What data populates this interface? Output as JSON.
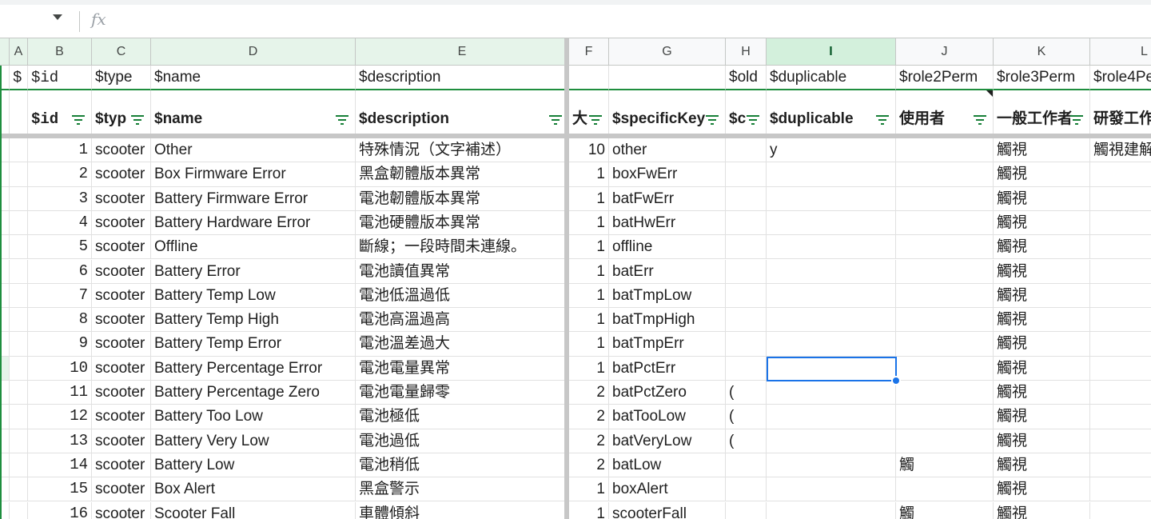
{
  "formula_bar": {
    "fx_label": "fx"
  },
  "columns": [
    "A",
    "B",
    "C",
    "D",
    "E",
    "F",
    "G",
    "H",
    "I",
    "J",
    "K",
    "L"
  ],
  "row1": [
    "$",
    "$id",
    "$type",
    "$name",
    "$description",
    "",
    "",
    "$old",
    "$duplicable",
    "$role2Perm",
    "$role3Perm",
    "$role4Pe"
  ],
  "row2": [
    "",
    "$id",
    "$typ",
    "$name",
    "$description",
    "大",
    "$specificKey",
    "$c",
    "$duplicable",
    "使用者",
    "一般工作者",
    "研發工作"
  ],
  "rows": [
    {
      "id": "1",
      "type": "scooter",
      "name": "Other",
      "desc": "特殊情況（文字補述）",
      "f": "10",
      "key": "other",
      "h": "",
      "i": "y",
      "j": "",
      "k": "觸視",
      "l": "觸視建解"
    },
    {
      "id": "2",
      "type": "scooter",
      "name": "Box Firmware Error",
      "desc": "黑盒韌體版本異常",
      "f": "1",
      "key": "boxFwErr",
      "h": "",
      "i": "",
      "j": "",
      "k": "觸視",
      "l": ""
    },
    {
      "id": "3",
      "type": "scooter",
      "name": "Battery Firmware Error",
      "desc": "電池韌體版本異常",
      "f": "1",
      "key": "batFwErr",
      "h": "",
      "i": "",
      "j": "",
      "k": "觸視",
      "l": ""
    },
    {
      "id": "4",
      "type": "scooter",
      "name": "Battery Hardware Error",
      "desc": "電池硬體版本異常",
      "f": "1",
      "key": "batHwErr",
      "h": "",
      "i": "",
      "j": "",
      "k": "觸視",
      "l": ""
    },
    {
      "id": "5",
      "type": "scooter",
      "name": "Offline",
      "desc": "斷線；一段時間未連線。",
      "f": "1",
      "key": "offline",
      "h": "",
      "i": "",
      "j": "",
      "k": "觸視",
      "l": ""
    },
    {
      "id": "6",
      "type": "scooter",
      "name": "Battery Error",
      "desc": "電池讀值異常",
      "f": "1",
      "key": "batErr",
      "h": "",
      "i": "",
      "j": "",
      "k": "觸視",
      "l": ""
    },
    {
      "id": "7",
      "type": "scooter",
      "name": "Battery Temp Low",
      "desc": "電池低溫過低",
      "f": "1",
      "key": "batTmpLow",
      "h": "",
      "i": "",
      "j": "",
      "k": "觸視",
      "l": ""
    },
    {
      "id": "8",
      "type": "scooter",
      "name": "Battery Temp High",
      "desc": "電池高溫過高",
      "f": "1",
      "key": "batTmpHigh",
      "h": "",
      "i": "",
      "j": "",
      "k": "觸視",
      "l": ""
    },
    {
      "id": "9",
      "type": "scooter",
      "name": "Battery Temp Error",
      "desc": "電池溫差過大",
      "f": "1",
      "key": "batTmpErr",
      "h": "",
      "i": "",
      "j": "",
      "k": "觸視",
      "l": ""
    },
    {
      "id": "10",
      "type": "scooter",
      "name": "Battery Percentage Error",
      "desc": "電池電量異常",
      "f": "1",
      "key": "batPctErr",
      "h": "",
      "i": "",
      "j": "",
      "k": "觸視",
      "l": ""
    },
    {
      "id": "11",
      "type": "scooter",
      "name": "Battery Percentage Zero",
      "desc": "電池電量歸零",
      "f": "2",
      "key": "batPctZero",
      "h": "(",
      "i": "",
      "j": "",
      "k": "觸視",
      "l": ""
    },
    {
      "id": "12",
      "type": "scooter",
      "name": "Battery Too Low",
      "desc": "電池極低",
      "f": "2",
      "key": "batTooLow",
      "h": "(",
      "i": "",
      "j": "",
      "k": "觸視",
      "l": ""
    },
    {
      "id": "13",
      "type": "scooter",
      "name": "Battery Very Low",
      "desc": "電池過低",
      "f": "2",
      "key": "batVeryLow",
      "h": "(",
      "i": "",
      "j": "",
      "k": "觸視",
      "l": ""
    },
    {
      "id": "14",
      "type": "scooter",
      "name": "Battery Low",
      "desc": "電池稍低",
      "f": "2",
      "key": "batLow",
      "h": "",
      "i": "",
      "j": "觸",
      "k": "觸視",
      "l": ""
    },
    {
      "id": "15",
      "type": "scooter",
      "name": "Box Alert",
      "desc": "黑盒警示",
      "f": "1",
      "key": "boxAlert",
      "h": "",
      "i": "",
      "j": "",
      "k": "觸視",
      "l": ""
    },
    {
      "id": "16",
      "type": "scooter",
      "name": "Scooter Fall",
      "desc": "車體傾斜",
      "f": "1",
      "key": "scooterFall",
      "h": "",
      "i": "",
      "j": "觸",
      "k": "觸視",
      "l": ""
    }
  ]
}
